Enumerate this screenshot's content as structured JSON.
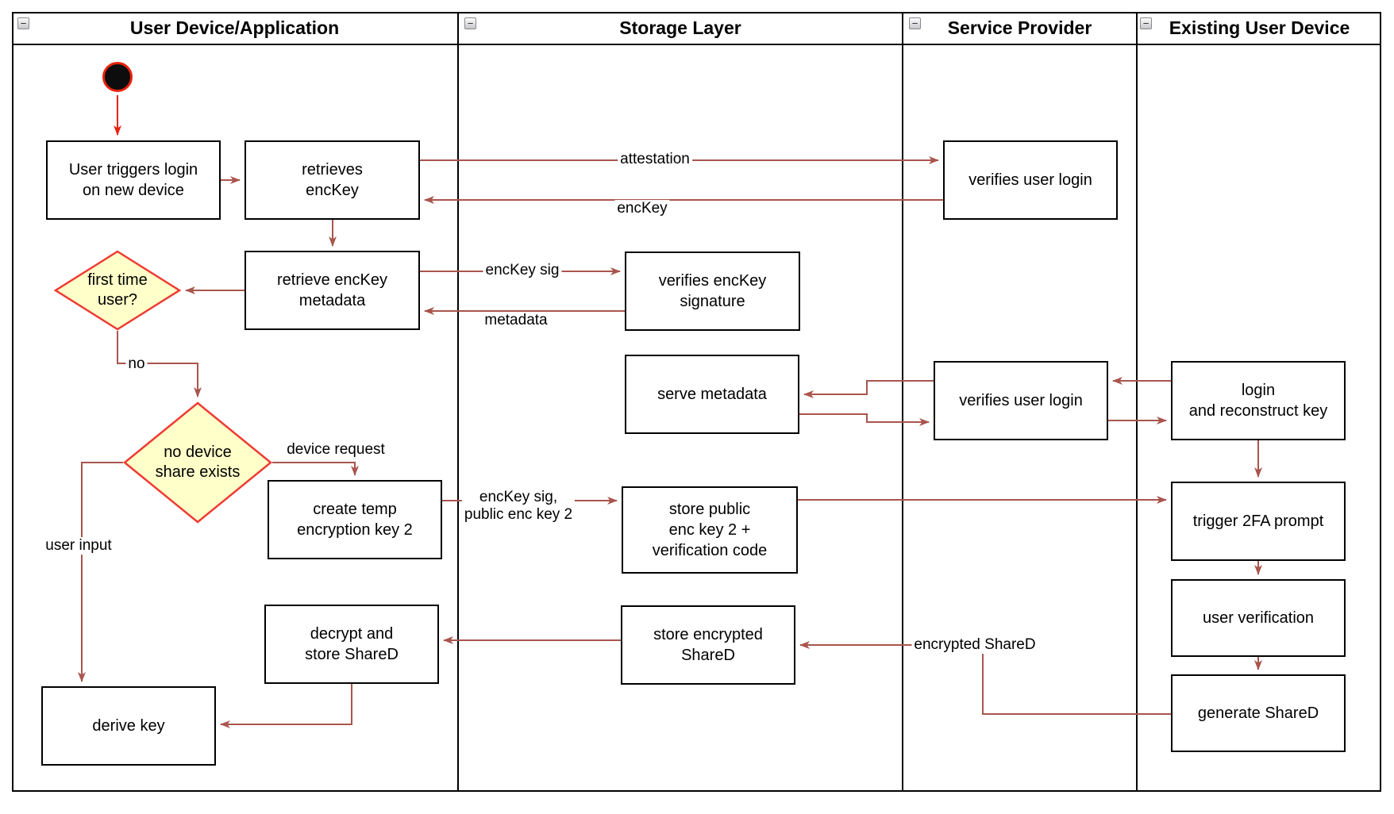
{
  "diagram": {
    "lanes": [
      {
        "title": "User Device/Application"
      },
      {
        "title": "Storage Layer"
      },
      {
        "title": "Service Provider"
      },
      {
        "title": "Existing User Device"
      }
    ],
    "collapse_glyph": "−",
    "nodes": {
      "user_triggers_login": "User triggers login\non new device",
      "retrieves_enckey": "retrieves\nencKey",
      "retrieve_enckey_metadata": "retrieve encKey\nmetadata",
      "first_time_user": "first time\nuser?",
      "no_device_share_exists": "no device\nshare exists",
      "create_temp_key2": "create temp\nencryption key 2",
      "decrypt_store_shared": "decrypt and\nstore ShareD",
      "derive_key": "derive key",
      "verifies_enckey_signature": "verifies encKey\nsignature",
      "serve_metadata": "serve metadata",
      "store_public_enc_key2": "store public\nenc key 2 +\nverification code",
      "store_encrypted_shared": "store encrypted\nShareD",
      "verifies_user_login_top": "verifies user login",
      "verifies_user_login_mid": "verifies user login",
      "login_reconstruct_key": "login\nand reconstruct key",
      "trigger_2fa_prompt": "trigger 2FA prompt",
      "user_verification": "user verification",
      "generate_shared": "generate ShareD"
    },
    "edge_labels": {
      "attestation": "attestation",
      "enckey": "encKey",
      "enckey_sig": "encKey sig",
      "metadata": "metadata",
      "no": "no",
      "device_request": "device request",
      "enckey_sig_public_key2": "encKey sig,\npublic enc key 2",
      "user_input": "user input",
      "encrypted_shared": "encrypted ShareD"
    },
    "colors": {
      "connector": "#A9554D",
      "start_arrow": "#E8220C",
      "diamond_fill": "#FFFFC9",
      "diamond_stroke": "#EE3B33",
      "node_border": "#000000"
    }
  }
}
